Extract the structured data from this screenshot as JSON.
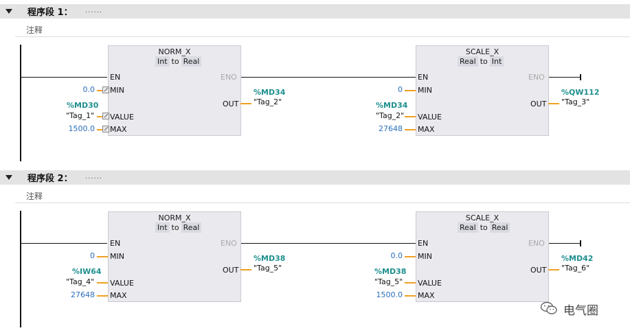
{
  "networks": [
    {
      "title": "程序段 1：",
      "dots": "......",
      "comment": "注释",
      "blocks": [
        {
          "name": "NORM_X",
          "type_from": "Int",
          "type_to": "Real",
          "to_word": "to",
          "pins": {
            "en": "EN",
            "eno": "ENO",
            "min": "MIN",
            "value": "VALUE",
            "max": "MAX",
            "out": "OUT"
          },
          "min_val": "0.0",
          "value_addr": "%MD30",
          "value_tag": "\"Tag_1\"",
          "max_val": "1500.0",
          "out_addr": "%MD34",
          "out_tag": "\"Tag_2\""
        },
        {
          "name": "SCALE_X",
          "type_from": "Real",
          "type_to": "Int",
          "to_word": "to",
          "pins": {
            "en": "EN",
            "eno": "ENO",
            "min": "MIN",
            "value": "VALUE",
            "max": "MAX",
            "out": "OUT"
          },
          "min_val": "0",
          "value_addr": "%MD34",
          "value_tag": "\"Tag_2\"",
          "max_val": "27648",
          "out_addr": "%QW112",
          "out_tag": "\"Tag_3\""
        }
      ]
    },
    {
      "title": "程序段 2：",
      "dots": "......",
      "comment": "注释",
      "blocks": [
        {
          "name": "NORM_X",
          "type_from": "Int",
          "type_to": "Real",
          "to_word": "to",
          "pins": {
            "en": "EN",
            "eno": "ENO",
            "min": "MIN",
            "value": "VALUE",
            "max": "MAX",
            "out": "OUT"
          },
          "min_val": "0",
          "value_addr": "%IW64",
          "value_tag": "\"Tag_4\"",
          "max_val": "27648",
          "out_addr": "%MD38",
          "out_tag": "\"Tag_5\""
        },
        {
          "name": "SCALE_X",
          "type_from": "Real",
          "type_to": "Real",
          "to_word": "to",
          "pins": {
            "en": "EN",
            "eno": "ENO",
            "min": "MIN",
            "value": "VALUE",
            "max": "MAX",
            "out": "OUT"
          },
          "min_val": "0.0",
          "value_addr": "%MD38",
          "value_tag": "\"Tag_5\"",
          "max_val": "1500.0",
          "out_addr": "%MD42",
          "out_tag": "\"Tag_6\""
        }
      ]
    }
  ],
  "watermark": {
    "text": "电气圈",
    "icon": "wechat-icon"
  },
  "colors": {
    "value_blue": "#2a6ebb",
    "address_teal": "#1f8f8f",
    "pin_stub_orange": "#f0a020",
    "header_gray": "#e3e3e3"
  }
}
